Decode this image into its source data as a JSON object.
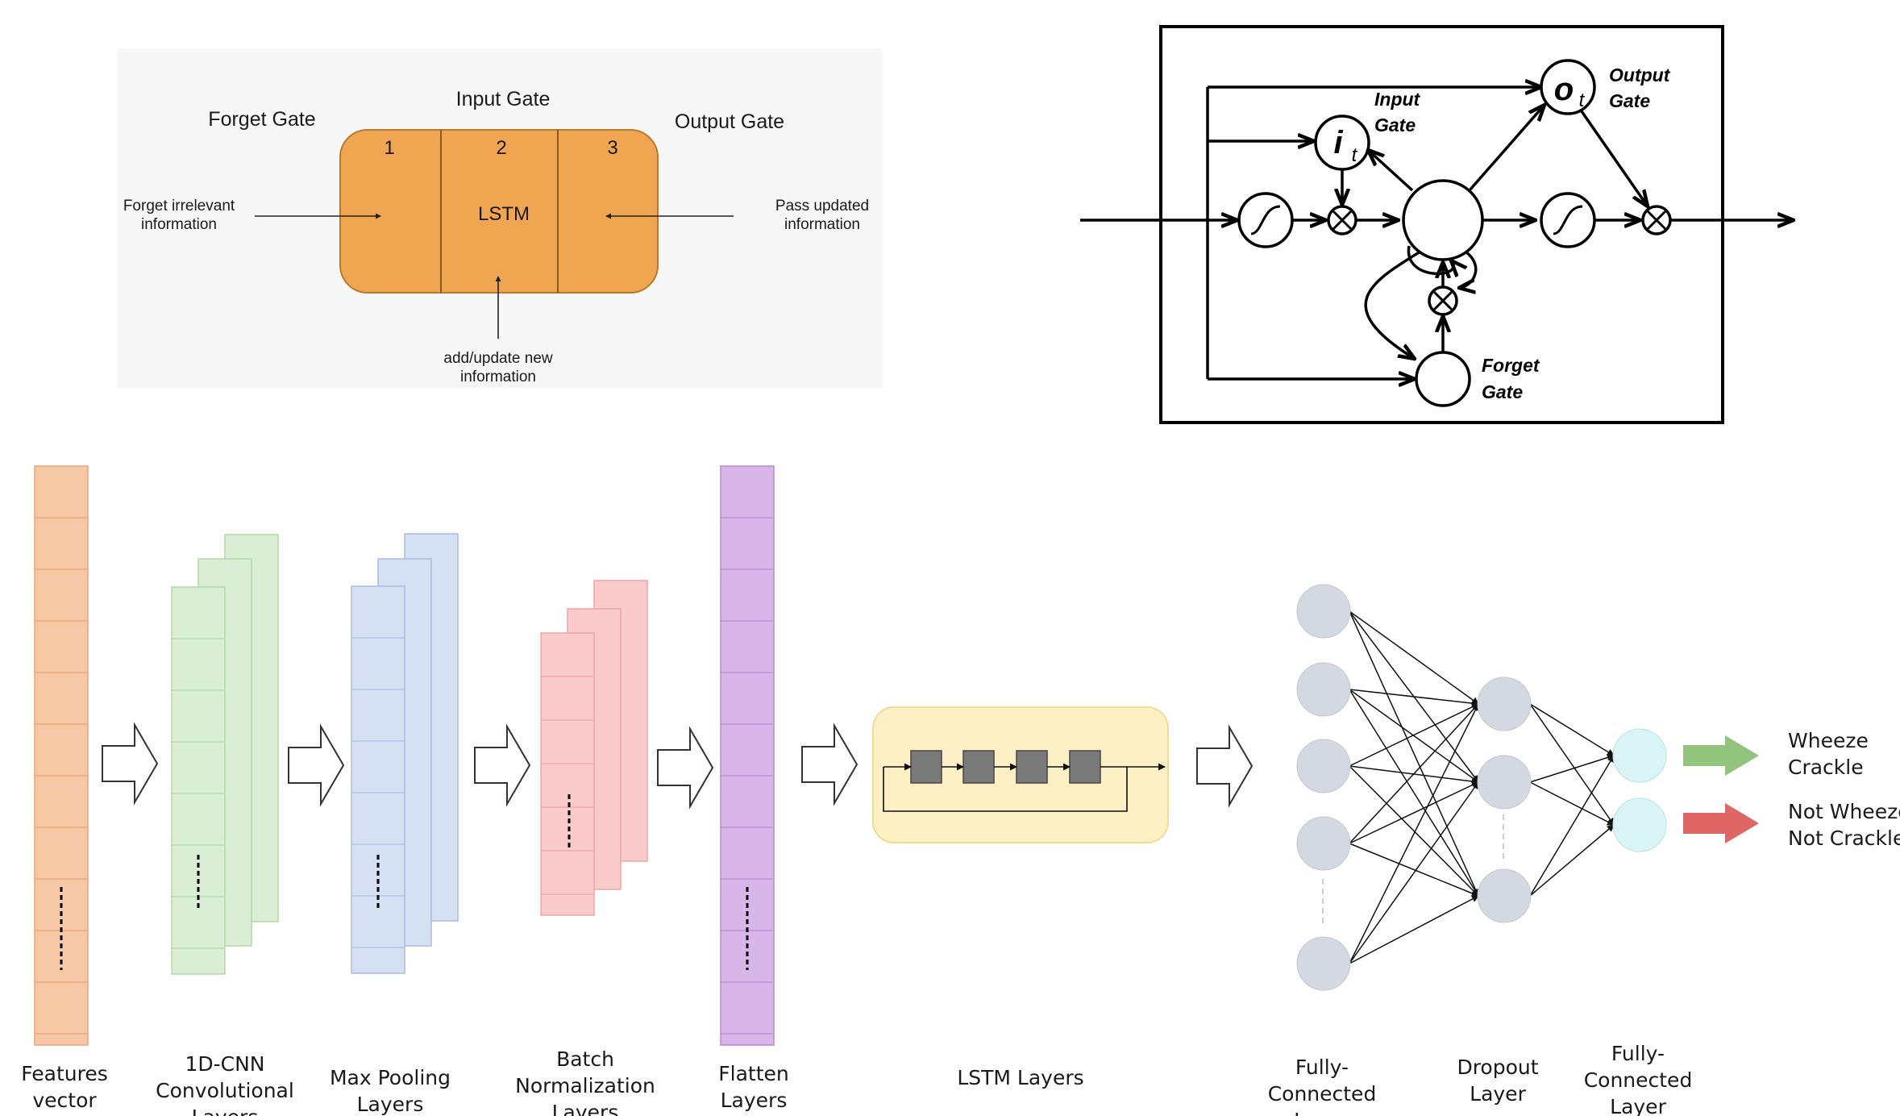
{
  "gates_panel": {
    "forget_gate": "Forget Gate",
    "input_gate": "Input Gate",
    "output_gate": "Output Gate",
    "cell_numbers": [
      "1",
      "2",
      "3"
    ],
    "cell_label": "LSTM",
    "left_text": [
      "Forget irrelevant",
      "information"
    ],
    "right_text": [
      "Pass updated",
      "information"
    ],
    "bottom_text": [
      "add/update new",
      "information"
    ],
    "fill_color": "#f0a650"
  },
  "cell_diagram": {
    "input_gate_label": [
      "Input",
      "Gate"
    ],
    "output_gate_label": [
      "Output",
      "Gate"
    ],
    "forget_gate_label": [
      "Forget",
      "Gate"
    ],
    "input_symbol": "i",
    "input_subscript": "t",
    "output_symbol": "o",
    "output_subscript": "t"
  },
  "pipeline": {
    "features_vector": [
      "Features",
      "vector"
    ],
    "conv_layers": [
      "1D-CNN",
      "Convolutional",
      "Layers"
    ],
    "max_pooling": [
      "Max Pooling",
      "Layers"
    ],
    "batch_norm": [
      "Batch",
      "Normalization",
      "Layers"
    ],
    "flatten": [
      "Flatten",
      "Layers"
    ],
    "lstm_layers": "LSTM Layers",
    "fc_layer_1": [
      "Fully-",
      "Connected",
      "Layer"
    ],
    "dropout_layer": [
      "Dropout",
      "Layer"
    ],
    "fc_layer_2": [
      "Fully-",
      "Connected",
      "Layer"
    ],
    "output_positive": [
      "Wheeze",
      "Crackle"
    ],
    "output_negative": [
      "Not Wheeze",
      "Not Crackle"
    ],
    "colors": {
      "features": "#f6c8a6",
      "conv": "#d9eed4",
      "pool": "#d6e0f3",
      "batchnorm": "#fbcaca",
      "flatten": "#d8b6ea",
      "lstm_box": "#fdf0c4",
      "neuron": "#d3d8e1",
      "output_neuron": "#d8f4f4",
      "positive_arrow": "#92c47d",
      "negative_arrow": "#e06666"
    }
  }
}
